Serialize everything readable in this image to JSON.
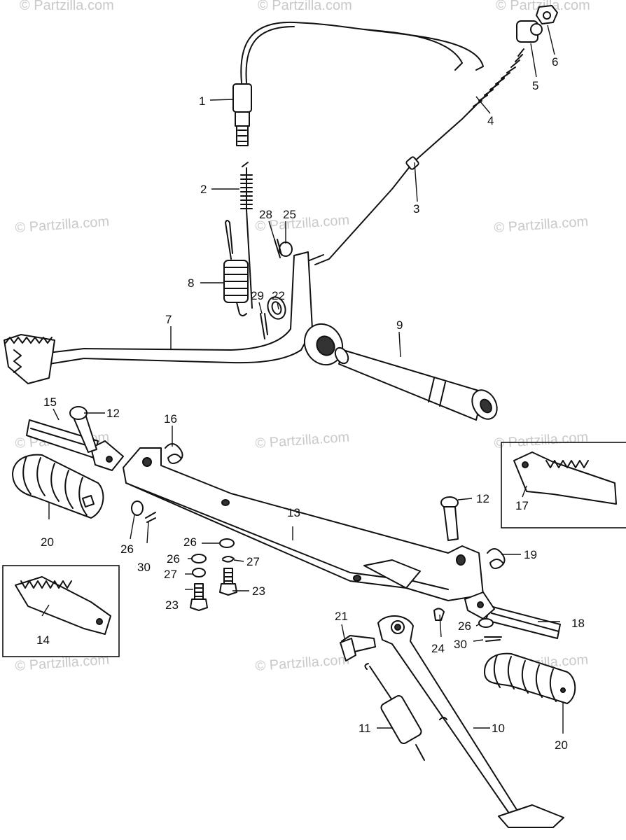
{
  "watermark": "© Partzilla.com",
  "callouts": {
    "c1": "1",
    "c2": "2",
    "c3": "3",
    "c4": "4",
    "c5": "5",
    "c6": "6",
    "c7": "7",
    "c8": "8",
    "c9": "9",
    "c10": "10",
    "c11": "11",
    "c12a": "12",
    "c12b": "12",
    "c13": "13",
    "c14": "14",
    "c15": "15",
    "c16": "16",
    "c17": "17",
    "c18": "18",
    "c19": "19",
    "c20a": "20",
    "c20b": "20",
    "c21": "21",
    "c22": "22",
    "c23a": "23",
    "c23b": "23",
    "c24": "24",
    "c25": "25",
    "c26a": "26",
    "c26b": "26",
    "c26c": "26",
    "c26d": "26",
    "c27a": "27",
    "c27b": "27",
    "c28": "28",
    "c29": "29",
    "c30a": "30",
    "c30b": "30"
  }
}
